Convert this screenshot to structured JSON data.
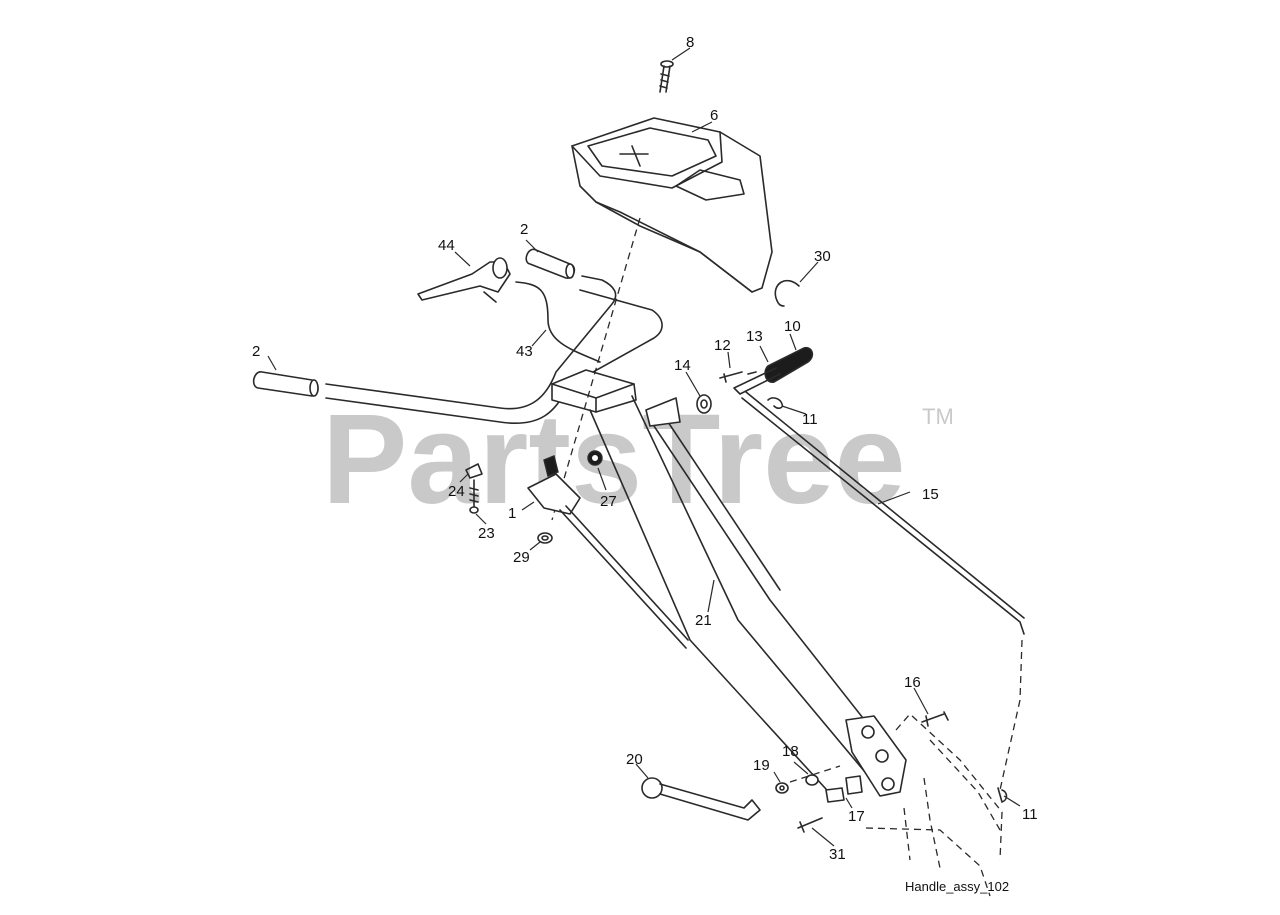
{
  "watermark": {
    "text": "PartsTree",
    "trademark": "TM"
  },
  "caption": "Handle_assy_102",
  "callouts": [
    "8",
    "6",
    "2",
    "44",
    "30",
    "10",
    "13",
    "12",
    "2",
    "43",
    "14",
    "11",
    "15",
    "24",
    "27",
    "1",
    "23",
    "29",
    "21",
    "16",
    "20",
    "19",
    "18",
    "11",
    "17",
    "31"
  ]
}
